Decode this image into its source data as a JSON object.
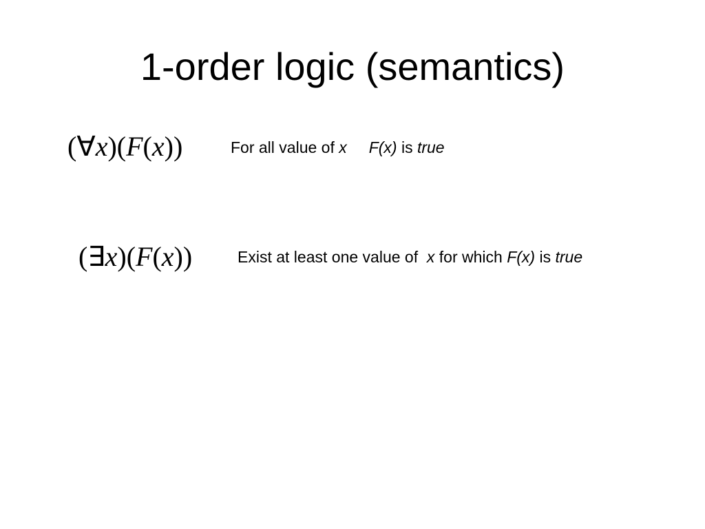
{
  "slide": {
    "title": "1-order logic (semantics)",
    "rows": [
      {
        "formula": {
          "open1": "(",
          "quantifier": "∀",
          "var1": "x",
          "close1": ")(",
          "func": "F",
          "open2": "(",
          "var2": "x",
          "close2": "))"
        },
        "description": {
          "text1": "For all value of ",
          "var": "x",
          "gap": "     ",
          "func": "F(x)",
          "text2": " is ",
          "value": "true"
        }
      },
      {
        "formula": {
          "open1": "(",
          "quantifier": "∃",
          "var1": "x",
          "close1": ")(",
          "func": "F",
          "open2": "(",
          "var2": "x",
          "close2": "))"
        },
        "description": {
          "text1": "Exist at least one value of  ",
          "var": "x",
          "text2": " for which ",
          "func": "F(x)",
          "text3": " is ",
          "value": "true"
        }
      }
    ]
  }
}
